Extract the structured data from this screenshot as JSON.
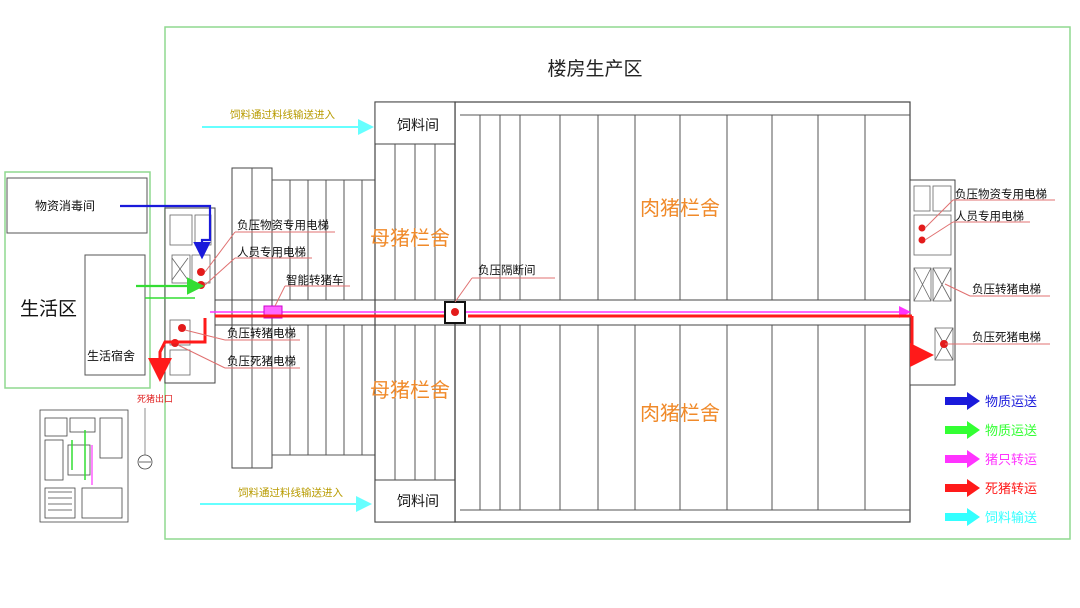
{
  "zones": {
    "production": "楼房生产区",
    "living": "生活区",
    "disinfection": "物资消毒间",
    "dormitory": "生活宿舍"
  },
  "rooms": {
    "sow_top": "母猪栏舍",
    "sow_bottom": "母猪栏舍",
    "fattening_top": "肉猪栏舍",
    "fattening_bottom": "肉猪栏舍",
    "feed_top": "饲料间",
    "feed_bottom": "饲料间"
  },
  "labels": {
    "feed_in_top": "饲料通过料线输送进入",
    "feed_in_bottom": "饲料通过料线输送进入",
    "left_supply_elevator": "负压物资专用电梯",
    "left_staff_elevator": "人员专用电梯",
    "smart_cart": "智能转猪车",
    "left_transfer_elevator": "负压转猪电梯",
    "left_dead_elevator": "负压死猪电梯",
    "dead_exit": "死猪出口",
    "isolation": "负压隔断间",
    "right_supply_elevator": "负压物资专用电梯",
    "right_staff_elevator": "人员专用电梯",
    "right_transfer_elevator": "负压转猪电梯",
    "right_dead_elevator": "负压死猪电梯"
  },
  "legend": [
    {
      "label": "物质运送",
      "color": "#1a1adb"
    },
    {
      "label": "物质运送",
      "color": "#33ff33"
    },
    {
      "label": "猪只转运",
      "color": "#ff33ff"
    },
    {
      "label": "死猪转运",
      "color": "#ff1a1a"
    },
    {
      "label": "饲料输送",
      "color": "#33ffff"
    }
  ],
  "colors": {
    "zone_border": "#8fd98f",
    "room_text": "#f08a2a",
    "feed_text": "#b89b00",
    "pointer_line": "#e07070",
    "dead_exit_text": "#e02020"
  }
}
